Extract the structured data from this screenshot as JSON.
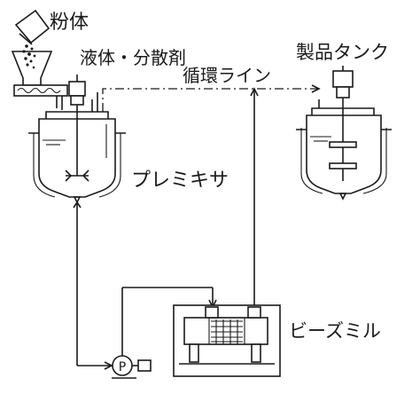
{
  "labels": {
    "powder": "粉体",
    "liquid_dispersant": "液体・分散剤",
    "circulation_line": "循環ライン",
    "product_tank": "製品タンク",
    "premixer": "プレミキサ",
    "bead_mill": "ビーズミル",
    "pump_mark": "P"
  }
}
